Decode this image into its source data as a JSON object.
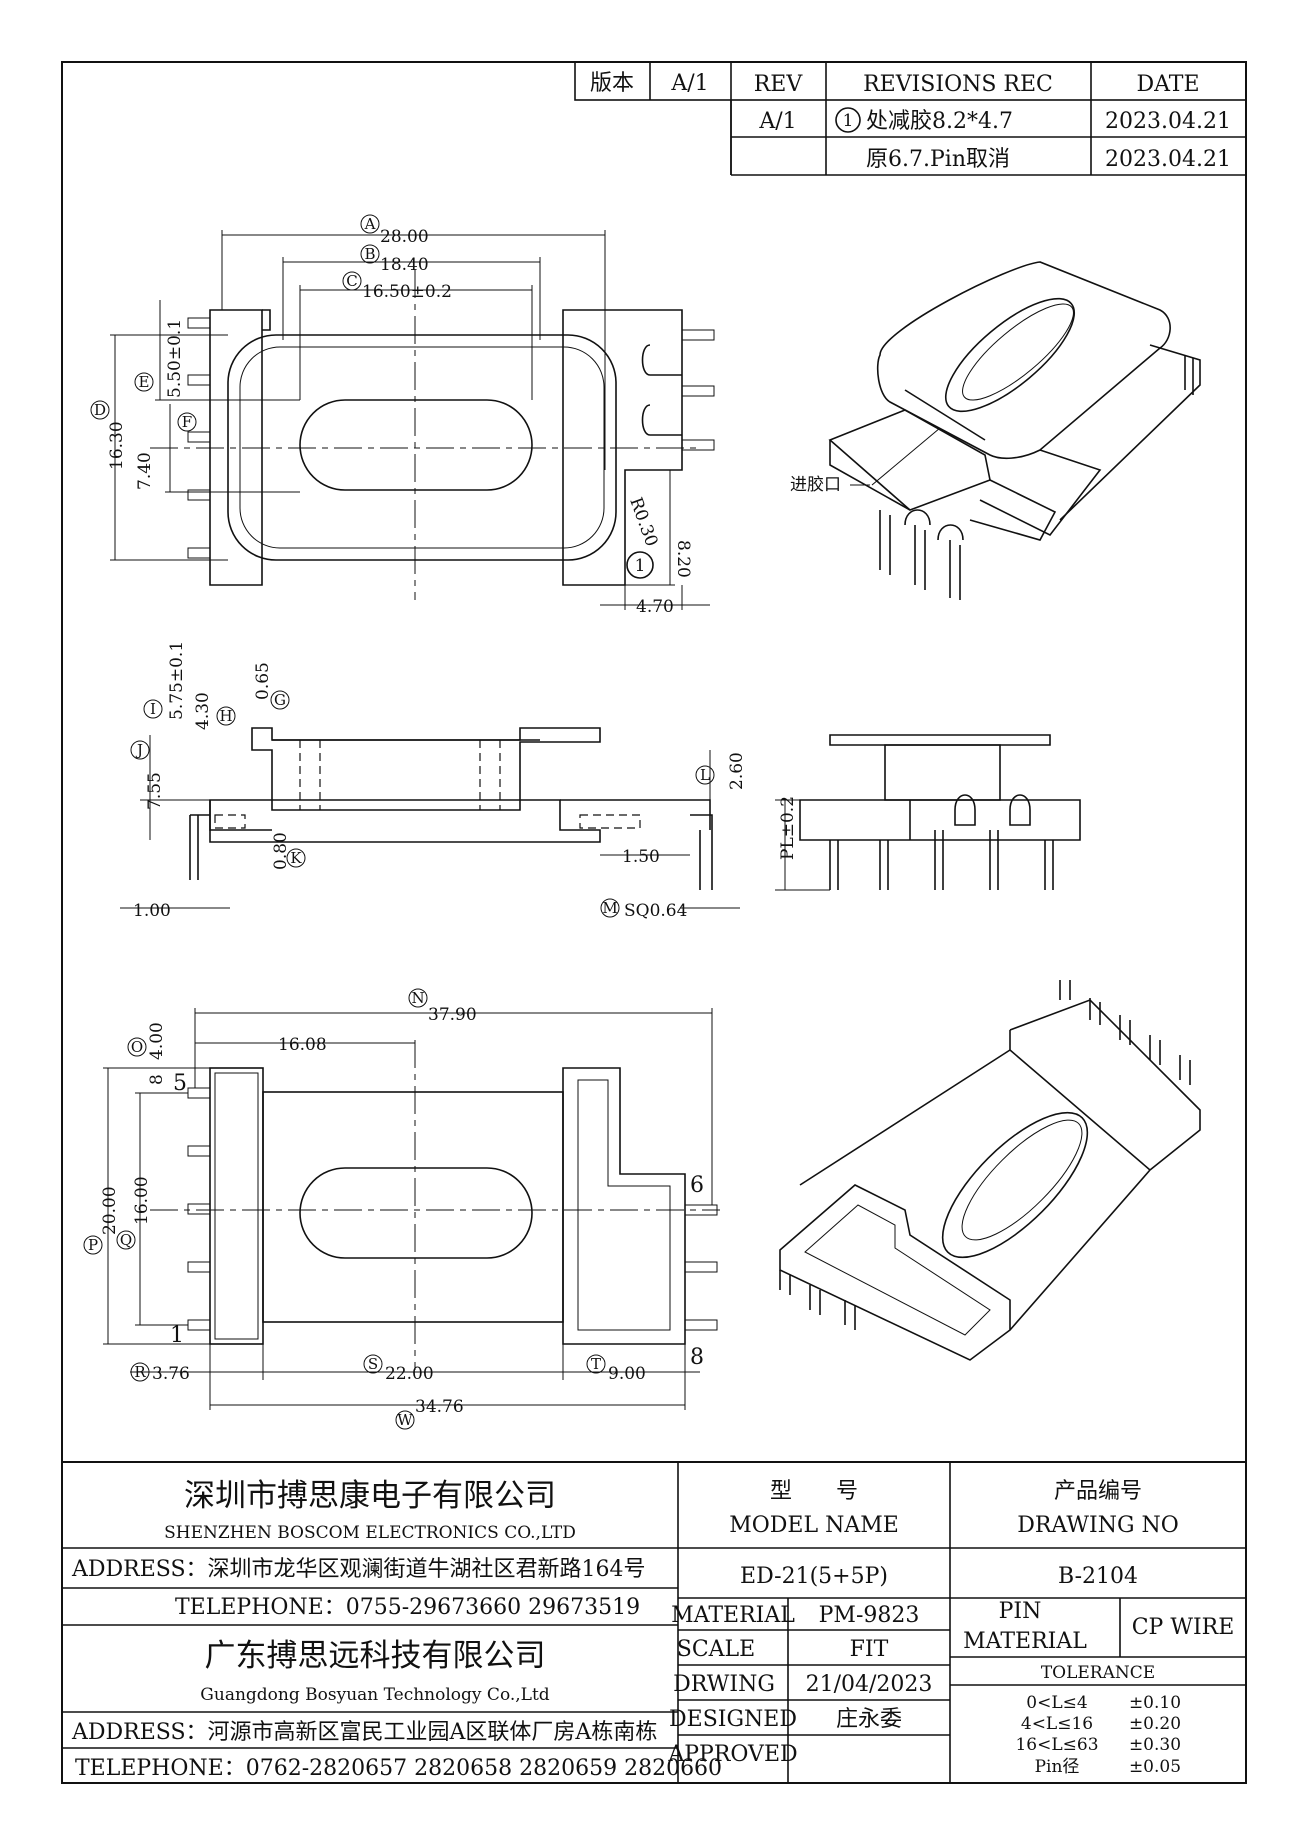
{
  "revision_table": {
    "version_label": "版本",
    "version_value": "A/1",
    "rev_header": "REV",
    "records_header": "REVISIONS REC",
    "date_header": "DATE",
    "rows": [
      {
        "rev": "A/1",
        "mark": "1",
        "text": "处减胶8.2*4.7",
        "date": "2023.04.21"
      },
      {
        "rev": "",
        "mark": "",
        "text": "原6.7.Pin取消",
        "date": "2023.04.21"
      }
    ]
  },
  "dimensions": {
    "top_view": {
      "A": "28.00",
      "B": "18.40",
      "C": "16.50±0.2",
      "D": "16.30",
      "E": "5.50±0.1",
      "F": "7.40",
      "radius": "R0.30",
      "h8": "8.20",
      "w470": "4.70",
      "rev_mark": "1"
    },
    "side_view": {
      "I": "5.75±0.1",
      "H": "4.30",
      "G": "0.65",
      "J": "7.55",
      "K": "0.80",
      "L": "2.60",
      "w150": "1.50",
      "w100": "1.00",
      "M": "SQ0.64",
      "PL": "PL±0.2"
    },
    "bottom_view": {
      "N": "37.90",
      "w1608": "16.08",
      "O": "4.00",
      "P": "20.00",
      "Q": "16.00",
      "R": "3.76",
      "S": "22.00",
      "T": "9.00",
      "W": "34.76",
      "pin5": "5",
      "pin6": "6",
      "pin1": "1",
      "pin8": "8",
      "small8": "8"
    },
    "gate_label": "进胶口"
  },
  "title_block": {
    "company_cn": "深圳市搏思康电子有限公司",
    "company_en": "SHENZHEN BOSCOM ELECTRONICS CO.,LTD",
    "address1": "ADDRESS：深圳市龙华区观澜街道牛湖社区君新路164号",
    "telephone1": "TELEPHONE：0755-29673660 29673519",
    "company2_cn": "广东搏思远科技有限公司",
    "company2_en": "Guangdong Bosyuan Technology Co.,Ltd",
    "address2": "ADDRESS：河源市高新区富民工业园A区联体厂房A栋南栋",
    "telephone2": "TELEPHONE：0762-2820657 2820658 2820659 2820660",
    "model_cn": "型　　号",
    "model_en": "MODEL NAME",
    "model_value": "ED-21(5+5P)",
    "drawing_cn": "产品编号",
    "drawing_en": "DRAWING NO",
    "drawing_value": "B-2104",
    "material_label": "MATERIAL",
    "material_value": "PM-9823",
    "scale_label": "SCALE",
    "scale_value": "FIT",
    "drwing_label": "DRWING",
    "drwing_value": "21/04/2023",
    "designed_label": "DESIGNED",
    "designed_value": "庄永委",
    "approved_label": "APPROVED",
    "approved_value": "",
    "pin_label": "PIN",
    "pin_material_label": "MATERIAL",
    "pin_material_value": "CP WIRE",
    "tolerance_label": "TOLERANCE",
    "tolerances": [
      {
        "range": "0<L≤4",
        "value": "±0.10"
      },
      {
        "range": "4<L≤16",
        "value": "±0.20"
      },
      {
        "range": "16<L≤63",
        "value": "±0.30"
      },
      {
        "range": "Pin径",
        "value": "±0.05"
      }
    ]
  }
}
